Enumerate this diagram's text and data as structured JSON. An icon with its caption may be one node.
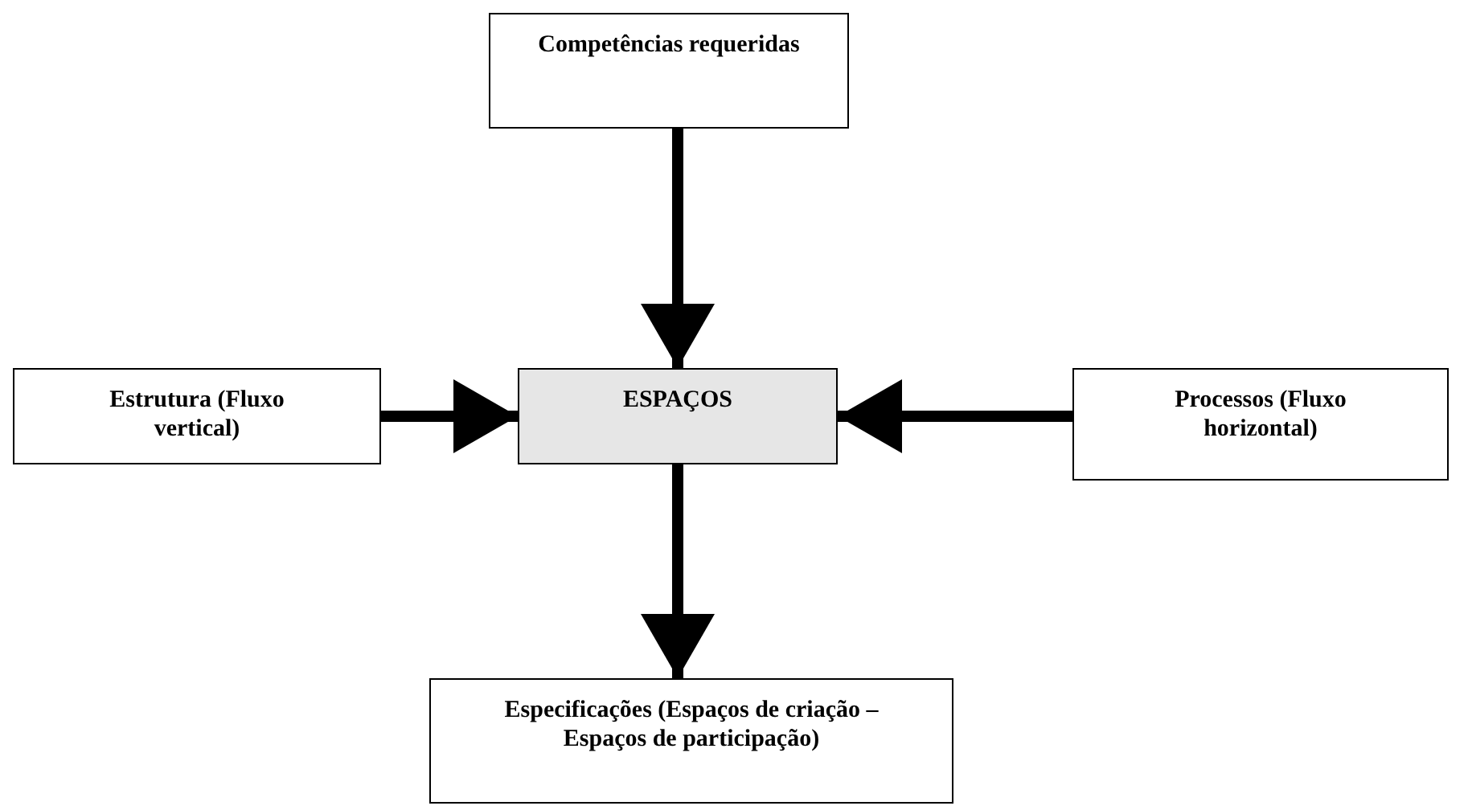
{
  "diagram": {
    "nodes": [
      {
        "text": [
          "Competências requeridas"
        ]
      },
      {
        "text": [
          "Estrutura (Fluxo vertical)"
        ]
      },
      {
        "text": [
          "ESPAÇOS"
        ]
      },
      {
        "text": [
          "Processos (Fluxo horizontal)"
        ]
      },
      {
        "text": [
          "Especificações (Espaços de criação – Espaços de participação)"
        ]
      }
    ],
    "edges": [
      {
        "from": 0,
        "to": 2,
        "arrow": "to"
      },
      {
        "from": 1,
        "to": 2,
        "arrow": "to"
      },
      {
        "from": 3,
        "to": 2,
        "arrow": "to"
      },
      {
        "from": 2,
        "to": 4,
        "arrow": "to"
      }
    ]
  }
}
